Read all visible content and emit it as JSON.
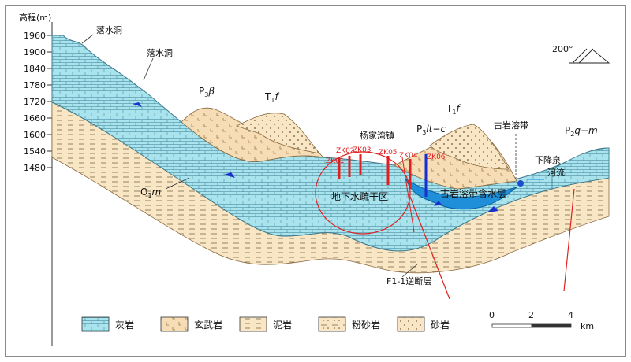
{
  "axis": {
    "title": "高程(m)",
    "ticks": [
      "1960",
      "1900",
      "1840",
      "1780",
      "1720",
      "1660",
      "1600",
      "1540",
      "1480"
    ]
  },
  "labels": {
    "cave_1": "落水洞",
    "cave_2": "落水洞",
    "p3b_main": "P",
    "p3b_sub": "3",
    "p3b_sym": "β",
    "t1f_left_main": "T",
    "t1f_left_sub": "1",
    "t1f_left_sym": "f",
    "t1f_right_main": "T",
    "t1f_right_sub": "1",
    "t1f_right_sym": "f",
    "town": "杨家湾镇",
    "p3lt_main": "P",
    "p3lt_sub": "3",
    "p3lt_rest": "lt−c",
    "ancient_karst_zone": "古岩溶带",
    "spring": "下降泉",
    "river": "河流",
    "p2qm_main": "P",
    "p2qm_sub": "2",
    "p2qm_rest": "q−m",
    "o1m_main": "O",
    "o1m_sub": "1",
    "o1m_sym": "m",
    "drainage_zone": "地下水疏干区",
    "aquifer": "古岩溶带含水层",
    "fault": "F1-1逆断层",
    "orientation": "200°"
  },
  "boreholes": [
    "ZK01",
    "ZK02",
    "ZK03",
    "ZK05",
    "ZK04",
    "ZK06"
  ],
  "legend": [
    {
      "key": "limestone",
      "label": "灰岩"
    },
    {
      "key": "basalt",
      "label": "玄武岩"
    },
    {
      "key": "mudstone",
      "label": "泥岩"
    },
    {
      "key": "siltstone",
      "label": "粉砂岩"
    },
    {
      "key": "sandstone",
      "label": "砂岩"
    }
  ],
  "scale": {
    "ticks": [
      "0",
      "2",
      "4"
    ],
    "unit": "km"
  },
  "colors": {
    "limestone": "#a8e3ee",
    "basalt": "#f6ddb5",
    "sand": "#f8e6c4",
    "red": "#e02020",
    "blue_borehole": "#1a2fd0",
    "aquifer": "#1e8fd8"
  }
}
